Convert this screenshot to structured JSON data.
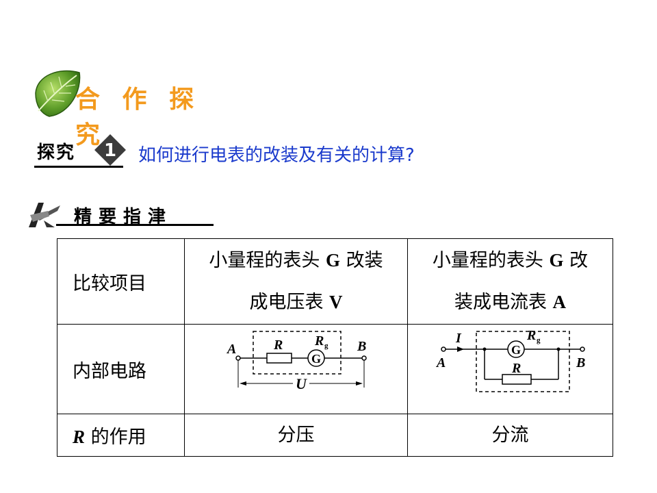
{
  "header": {
    "title": "合 作 探 究"
  },
  "probe": {
    "label": "探究",
    "number": "1",
    "question": "如何进行电表的改装及有关的计算?"
  },
  "guide": {
    "label": "精要指津"
  },
  "table": {
    "row1": {
      "col1": "比较项目",
      "col2_line1_a": "小量程的表头 ",
      "col2_line1_b": "G",
      "col2_line1_c": " 改装",
      "col2_line2_a": "成电压表 ",
      "col2_line2_b": "V",
      "col3_line1_a": "小量程的表头 ",
      "col3_line1_b": "G",
      "col3_line1_c": " 改",
      "col3_line2_a": "装成电流表 ",
      "col3_line2_b": "A"
    },
    "row2": {
      "col1": "内部电路",
      "volt_circuit": {
        "a": "A",
        "b": "B",
        "r": "R",
        "rg": "R",
        "rg_sub": "g",
        "g": "G",
        "u": "U"
      },
      "amp_circuit": {
        "a": "A",
        "b": "B",
        "r": "R",
        "rg": "R",
        "rg_sub": "g",
        "g": "G",
        "i": "I"
      }
    },
    "row3": {
      "col1_r": "R",
      "col1_rest": " 的作用",
      "col2": "分压",
      "col3": "分流"
    }
  }
}
